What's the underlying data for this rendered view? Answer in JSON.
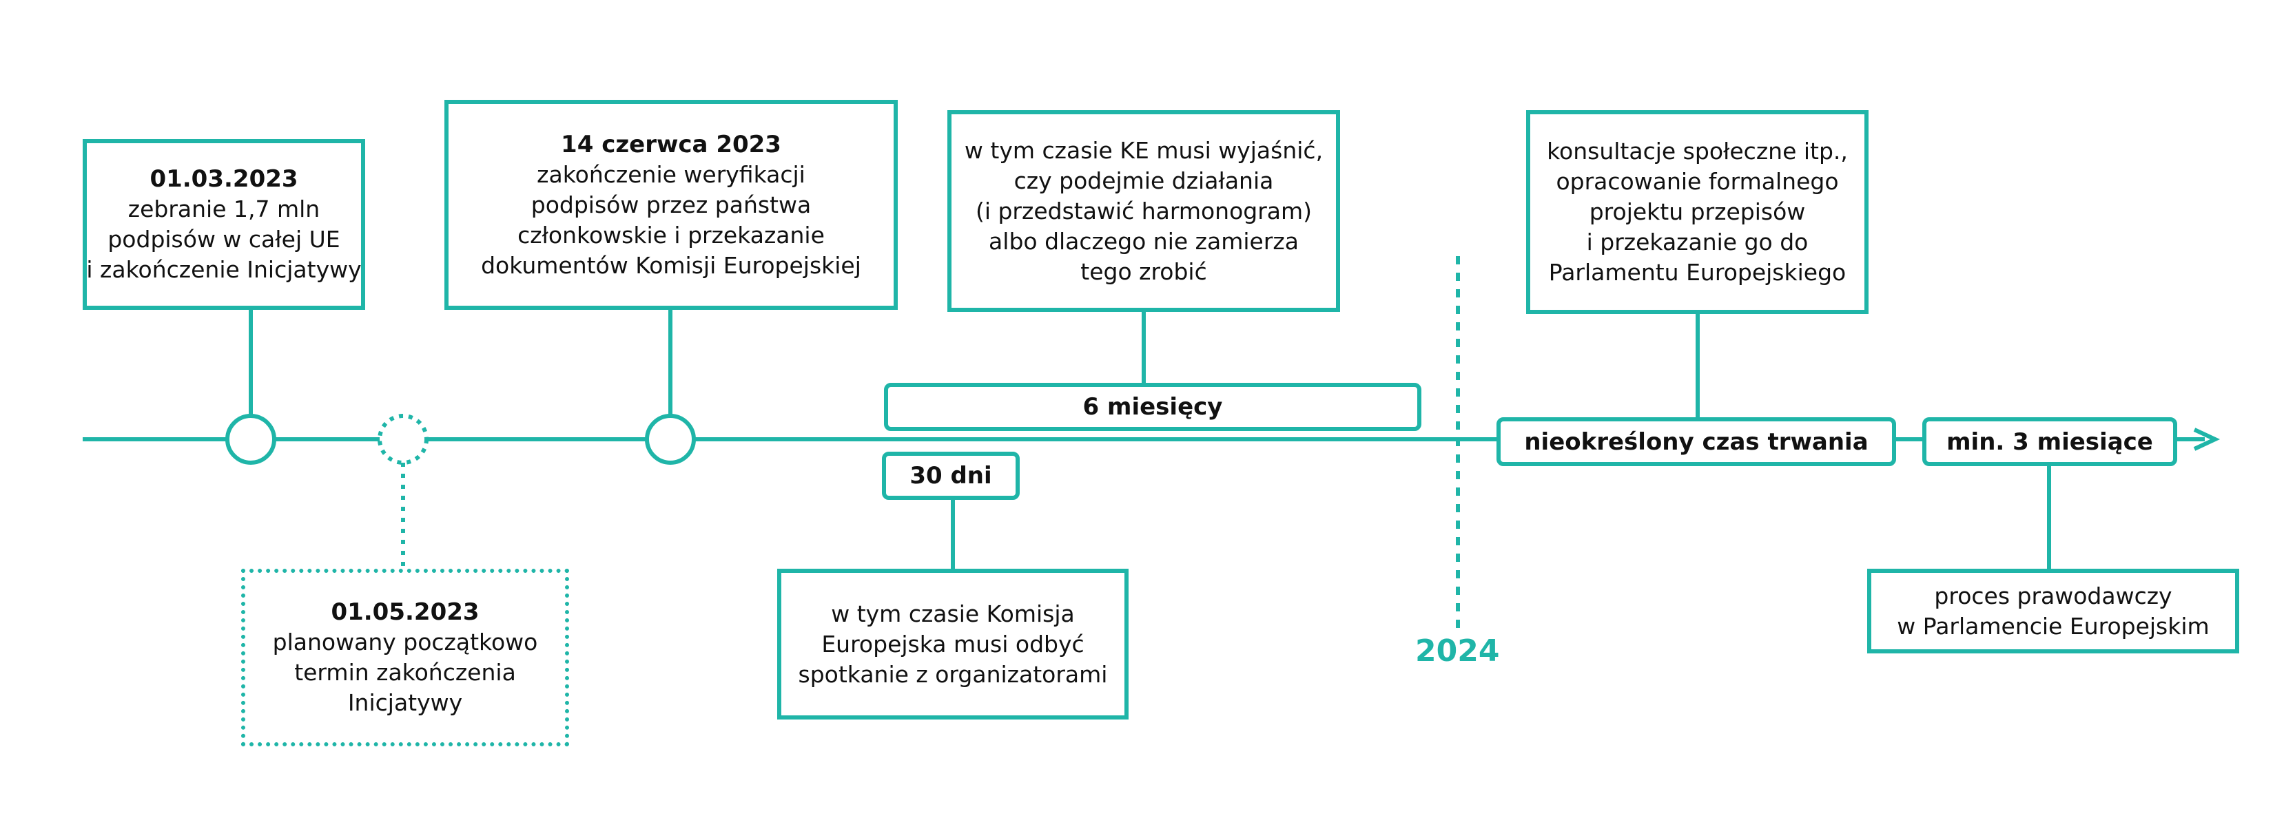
{
  "accent_color": "#1fb5a8",
  "events": [
    {
      "date": "01.03.2023",
      "lines": [
        "zebranie 1,7 mln",
        "podpisów w całej UE",
        "i zakończenie Inicjatywy"
      ]
    },
    {
      "date": "01.05.2023",
      "lines": [
        "planowany początkowo",
        "termin zakończenia",
        "Inicjatywy"
      ]
    },
    {
      "date": "14 czerwca 2023",
      "lines": [
        "zakończenie weryfikacji",
        "podpisów przez państwa",
        "członkowskie i przekazanie",
        "dokumentów Komisji Europejskiej"
      ]
    }
  ],
  "notes": {
    "ke_response": [
      "w tym czasie KE musi wyjaśnić,",
      "czy podejmie działania",
      "(i przedstawić harmonogram)",
      "albo dlaczego nie zamierza",
      "tego zrobić"
    ],
    "meeting": [
      "w tym czasie Komisja",
      "Europejska musi odbyć",
      "spotkanie z organizatorami"
    ],
    "consultation": [
      "konsultacje społeczne itp.,",
      "opracowanie formalnego",
      "projektu przepisów",
      "i przekazanie go do",
      "Parlamentu Europejskiego"
    ],
    "legislative": [
      "proces prawodawczy",
      "w Parlamencie Europejskim"
    ]
  },
  "durations": {
    "six_months": "6 miesięcy",
    "thirty_days": "30 dni",
    "indefinite": "nieokreślony czas trwania",
    "min_three_months": "min. 3 miesiące"
  },
  "year_marker": "2024"
}
